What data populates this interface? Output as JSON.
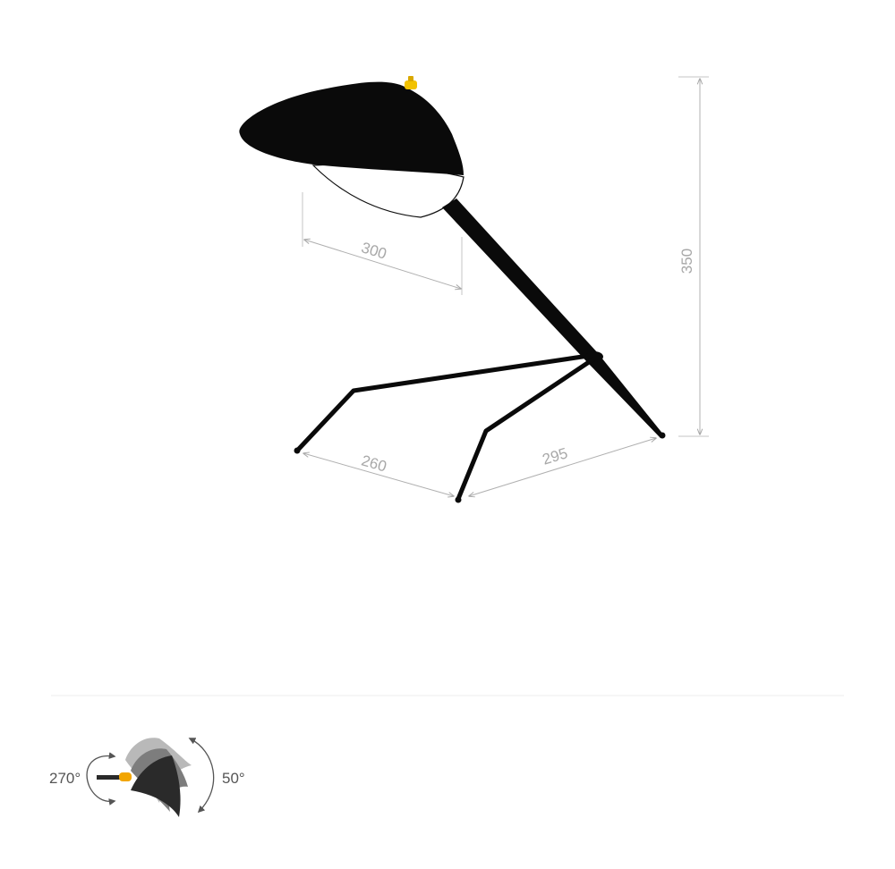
{
  "dimensions": {
    "shade_width": "300",
    "height": "350",
    "base_left": "260",
    "base_right": "295"
  },
  "rotation": {
    "horizontal": "270°",
    "vertical": "50°"
  },
  "colors": {
    "lamp": "#0a0a0a",
    "shade_inner": "#ffffff",
    "dimension_lines": "#b0b0b0",
    "switch": "#f2c200",
    "divider": "#eeeeee"
  },
  "icons": {
    "rotation_diagram": "lamp-rotation-icon"
  }
}
